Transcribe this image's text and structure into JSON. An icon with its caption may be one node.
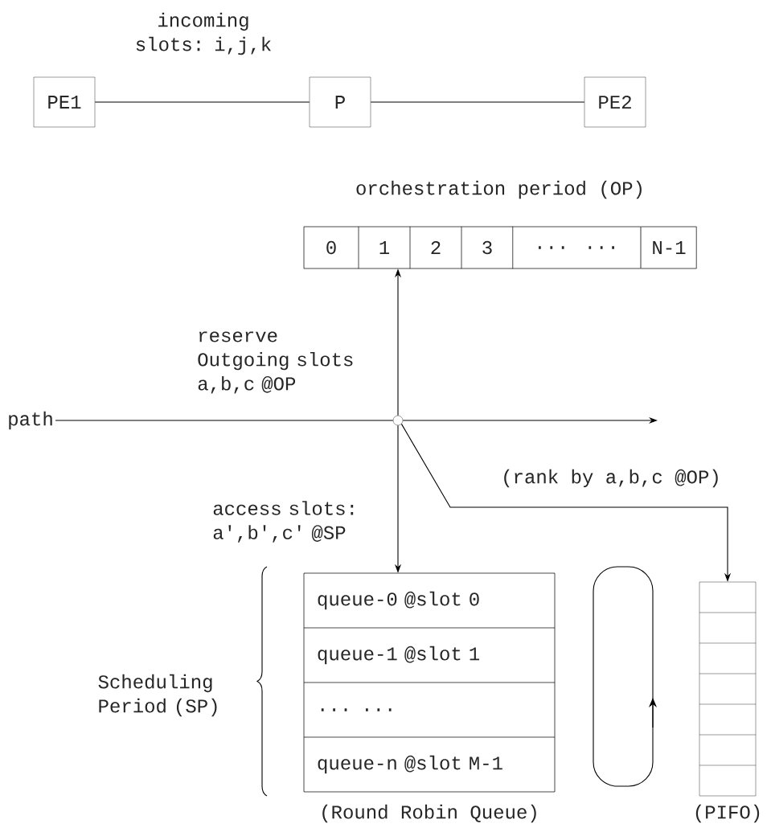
{
  "diagram": {
    "nodes": [
      {
        "text": [
          "PE1"
        ]
      },
      {
        "text": [
          "P"
        ]
      },
      {
        "text": [
          "PE2"
        ]
      },
      {
        "text": [
          "orchestration period (OP)"
        ]
      },
      {
        "text": [
          "0"
        ],
        "in": 3
      },
      {
        "text": [
          "1"
        ],
        "in": 3
      },
      {
        "text": [
          "2"
        ],
        "in": 3
      },
      {
        "text": [
          "3"
        ],
        "in": 3
      },
      {
        "text": [
          "... ..."
        ],
        "in": 3
      },
      {
        "text": [
          "N-1"
        ],
        "in": 3
      },
      {
        "text": [
          "path"
        ]
      },
      {
        "text": [],
        "shape": "circle"
      },
      {
        "text": [
          "(Round Robin Queue)"
        ]
      },
      {
        "text": [
          "queue-0 @slot 0"
        ],
        "in": 12
      },
      {
        "text": [
          "queue-1 @slot 1"
        ],
        "in": 12
      },
      {
        "text": [
          "... ..."
        ],
        "in": 12
      },
      {
        "text": [
          "queue-n @slot M-1"
        ],
        "in": 12
      },
      {
        "text": [
          "(PIFO)"
        ]
      }
    ],
    "edges": [
      {
        "from": 0,
        "to": 1,
        "arrow": "none",
        "label": "incoming slots: i,j,k"
      },
      {
        "from": 1,
        "to": 2,
        "arrow": "none"
      },
      {
        "from": 10,
        "to": 11,
        "arrow": "none"
      },
      {
        "from": 11,
        "to": null,
        "arrow": "to"
      },
      {
        "from": 11,
        "to": 3,
        "arrow": "to",
        "label": "reserve Outgoing slots a,b,c @OP"
      },
      {
        "from": 11,
        "to": 12,
        "arrow": "to",
        "label": "access slots: a',b',c' @SP"
      },
      {
        "from": 11,
        "to": 17,
        "arrow": "to",
        "label": "(rank by a,b,c @OP)"
      }
    ],
    "labels": [
      "Scheduling Period (SP)"
    ]
  }
}
